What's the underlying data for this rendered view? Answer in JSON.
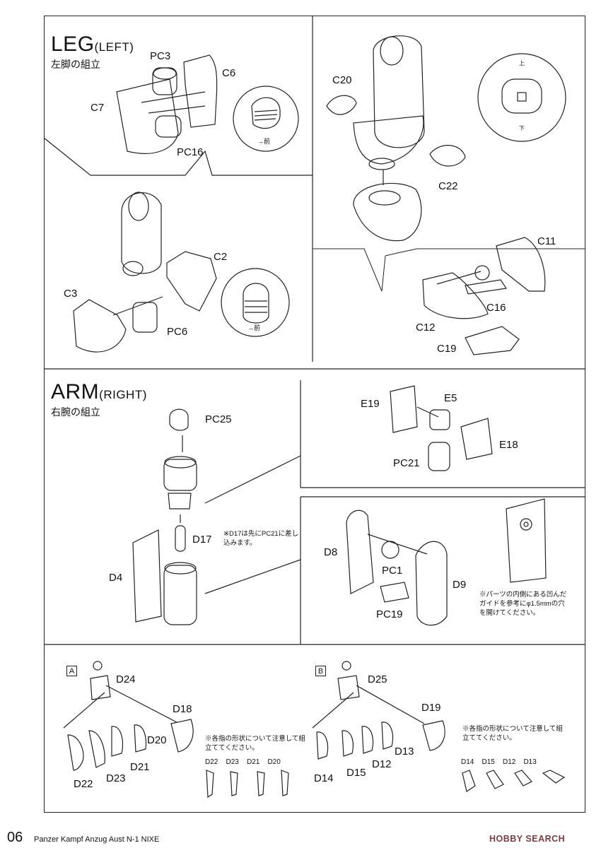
{
  "sections": {
    "leg": {
      "title": "LEG",
      "title_suffix": "(LEFT)",
      "subtitle": "左脚の組立"
    },
    "arm": {
      "title": "ARM",
      "title_suffix": "(RIGHT)",
      "subtitle": "右腕の組立"
    }
  },
  "labels": {
    "pc3": "PC3",
    "c6": "C6",
    "c7": "C7",
    "pc16": "PC16",
    "front1": "→前",
    "c20": "C20",
    "c22": "C22",
    "c2": "C2",
    "c3": "C3",
    "pc6": "PC6",
    "front2": "→前",
    "c11": "C11",
    "c16": "C16",
    "c12": "C12",
    "c19": "C19",
    "pc25": "PC25",
    "d17": "D17",
    "d4": "D4",
    "e19": "E19",
    "e5": "E5",
    "e18": "E18",
    "pc21": "PC21",
    "d8": "D8",
    "pc1": "PC1",
    "d9": "D9",
    "pc19": "PC19",
    "d24": "D24",
    "d18": "D18",
    "d20": "D20",
    "d21": "D21",
    "d22": "D22",
    "d23": "D23",
    "d25": "D25",
    "d19": "D19",
    "d13": "D13",
    "d12": "D12",
    "d14": "D14",
    "d15": "D15"
  },
  "notes": {
    "d17": "※D17は先にPC21に差し込みます。",
    "guide": "※パーツの内側にある凹んだガイドを参考にφ1.5mmの穴を開けてください。",
    "fingers_a": "※各指の形状について注意して組立ててください。",
    "fingers_b": "※各指の形状について注意して組立ててください。"
  },
  "badges": {
    "a": "A",
    "b": "B"
  },
  "finger_row_a": [
    "D22",
    "D23",
    "D21",
    "D20"
  ],
  "finger_row_b": [
    "D14",
    "D15",
    "D12",
    "D13"
  ],
  "detail_marks": {
    "up": "上",
    "down": "下"
  },
  "footer": {
    "page_number": "06",
    "kit_title": "Panzer Kampf Anzug Aust N-1 NIXE",
    "watermark": "HOBBY SEARCH"
  }
}
